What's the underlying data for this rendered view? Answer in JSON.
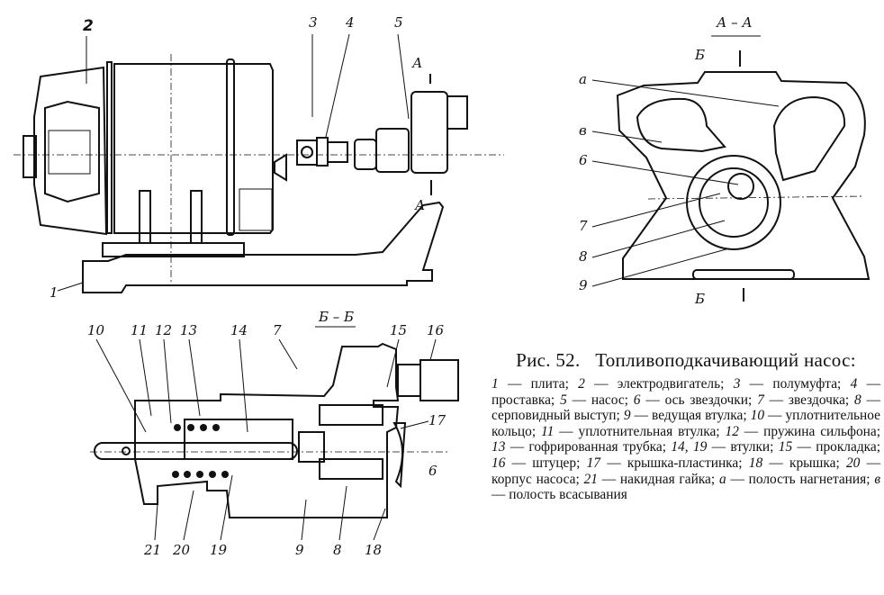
{
  "figure": {
    "number_label": "Рис. 52.",
    "title": "Топливоподкачивающий насос:",
    "legend": [
      {
        "key": "1",
        "text": "плита"
      },
      {
        "key": "2",
        "text": "электродвигатель"
      },
      {
        "key": "3",
        "text": "полумуфта"
      },
      {
        "key": "4",
        "text": "проставка"
      },
      {
        "key": "5",
        "text": "насос"
      },
      {
        "key": "6",
        "text": "ось звездочки"
      },
      {
        "key": "7",
        "text": "звездочка"
      },
      {
        "key": "8",
        "text": "серповидный выступ"
      },
      {
        "key": "9",
        "text": "ведущая втулка"
      },
      {
        "key": "10",
        "text": "уплотнительное кольцо"
      },
      {
        "key": "11",
        "text": "уплотнительная втулка"
      },
      {
        "key": "12",
        "text": "пружина сильфона"
      },
      {
        "key": "13",
        "text": "гофрированная трубка"
      },
      {
        "key": "14, 19",
        "text": "втулки"
      },
      {
        "key": "15",
        "text": "прокладка"
      },
      {
        "key": "16",
        "text": "штуцер"
      },
      {
        "key": "17",
        "text": "крышка-пластинка"
      },
      {
        "key": "18",
        "text": "крышка"
      },
      {
        "key": "20",
        "text": "корпус насоса"
      },
      {
        "key": "21",
        "text": "накидная гайка"
      },
      {
        "key": "а",
        "text": "полость нагнетания"
      },
      {
        "key": "в",
        "text": "полость всасывания"
      }
    ]
  },
  "views": {
    "side_view": {
      "callouts": [
        "1",
        "2",
        "3",
        "4",
        "5"
      ],
      "section_marks": [
        "А",
        "А"
      ]
    },
    "section_aa": {
      "title": "А – А",
      "callouts": [
        "а",
        "в",
        "6",
        "7",
        "8",
        "9"
      ],
      "section_marks": [
        "Б",
        "Б"
      ]
    },
    "section_bb": {
      "title": "Б – Б",
      "callouts_top": [
        "10",
        "11",
        "12",
        "13",
        "14",
        "7",
        "15",
        "16"
      ],
      "callouts_bottom": [
        "21",
        "20",
        "19",
        "9",
        "8",
        "18"
      ],
      "callouts_right": [
        "17",
        "6"
      ]
    }
  }
}
